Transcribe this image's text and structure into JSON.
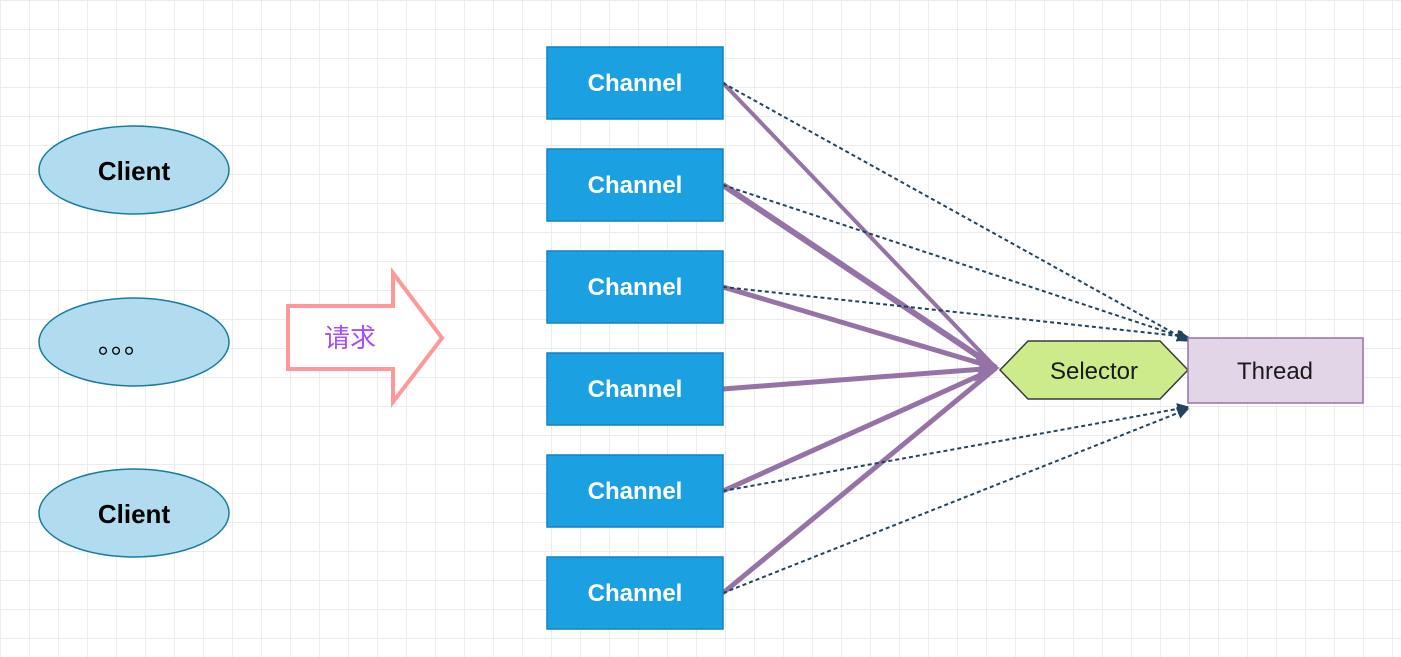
{
  "clients": [
    {
      "label": "Client"
    },
    {
      "label": "。。。"
    },
    {
      "label": "Client"
    }
  ],
  "request_arrow": {
    "label": "请求"
  },
  "channels": [
    {
      "label": "Channel"
    },
    {
      "label": "Channel"
    },
    {
      "label": "Channel"
    },
    {
      "label": "Channel"
    },
    {
      "label": "Channel"
    },
    {
      "label": "Channel"
    }
  ],
  "selector": {
    "label": "Selector"
  },
  "thread": {
    "label": "Thread"
  },
  "colors": {
    "client_fill": "#b1dcef",
    "client_stroke": "#1b7a9e",
    "channel_fill": "#1ba1e2",
    "channel_stroke": "#1282c4",
    "selector_fill": "#cdeb8b",
    "selector_stroke": "#36393d",
    "thread_fill": "#e1d5e7",
    "thread_stroke": "#9673a6",
    "request_arrow_stroke": "#ff9999",
    "request_text": "#a64dff",
    "solid_connector": "#9673a6",
    "dashed_connector": "#23445d"
  }
}
